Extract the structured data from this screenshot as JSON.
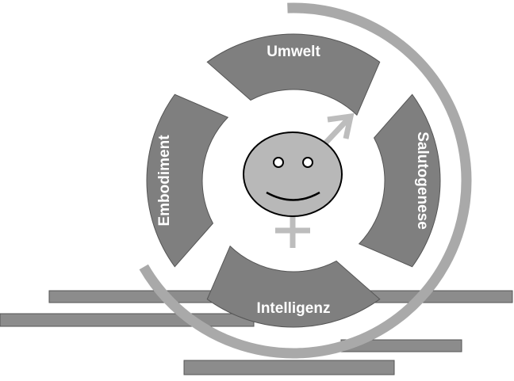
{
  "diagram": {
    "segments": [
      {
        "label": "Umwelt",
        "angle": -90
      },
      {
        "label": "Salutogenese",
        "angle": 0
      },
      {
        "label": "Intelligenz",
        "angle": 90
      },
      {
        "label": "Embodiment",
        "angle": 180
      }
    ],
    "colors": {
      "segment": "#7f7f7f",
      "segment_dark": "#555555",
      "ring": "#a9a9a9",
      "face": "#b8b8b8",
      "symbol": "#bdbdbd",
      "bar": "#8c8c8c"
    }
  }
}
